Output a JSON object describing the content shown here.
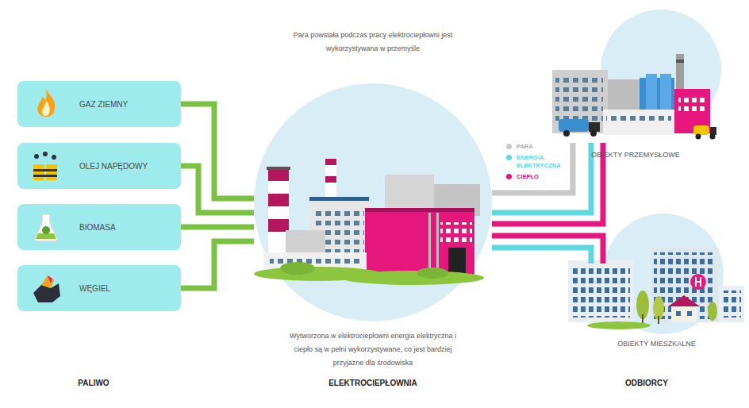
{
  "diagram": {
    "nodes": [
      {
        "text": [
          "GAZ ZIEMNY"
        ]
      },
      {
        "text": [
          "OLEJ NAPĘDOWY"
        ]
      },
      {
        "text": [
          "BIOMASA"
        ]
      },
      {
        "text": [
          "WĘGIEL"
        ]
      },
      {
        "text": [
          "Wytworzona w elektrociepłowni energia elektryczna i ciepło są w pełni wykorzystywane, co jest bardziej przyjazne dla środowiska"
        ]
      },
      {
        "text": [
          "OBIEKTY PRZEMYSŁOWE"
        ]
      },
      {
        "text": [
          "OBIEKTY MIESZKALNE"
        ]
      }
    ],
    "edges": [
      {
        "from": 0,
        "to": 4,
        "arrow": "none"
      },
      {
        "from": 1,
        "to": 4,
        "arrow": "none"
      },
      {
        "from": 2,
        "to": 4,
        "arrow": "none"
      },
      {
        "from": 3,
        "to": 4,
        "arrow": "none"
      },
      {
        "from": 4,
        "to": 5,
        "arrow": "none"
      },
      {
        "from": 4,
        "to": 5,
        "arrow": "none"
      },
      {
        "from": 4,
        "to": 5,
        "arrow": "none"
      },
      {
        "from": 4,
        "to": 6,
        "arrow": "none"
      },
      {
        "from": 4,
        "to": 6,
        "arrow": "none"
      }
    ],
    "labels": [
      "Para powstała podczas pracy elektrociepłowni jest wykorzystywana w przemyśle",
      "PALIWO",
      "ELEKTROCIEPŁOWNIA",
      "ODBIORCY"
    ],
    "legend": [
      {
        "text": "PARA",
        "color": "#c8c8c8"
      },
      {
        "text": "ENERGIA ELEKTRYCZNA",
        "color": "#5ed8de"
      },
      {
        "text": "CIEPŁO",
        "color": "#e5177d"
      }
    ]
  }
}
